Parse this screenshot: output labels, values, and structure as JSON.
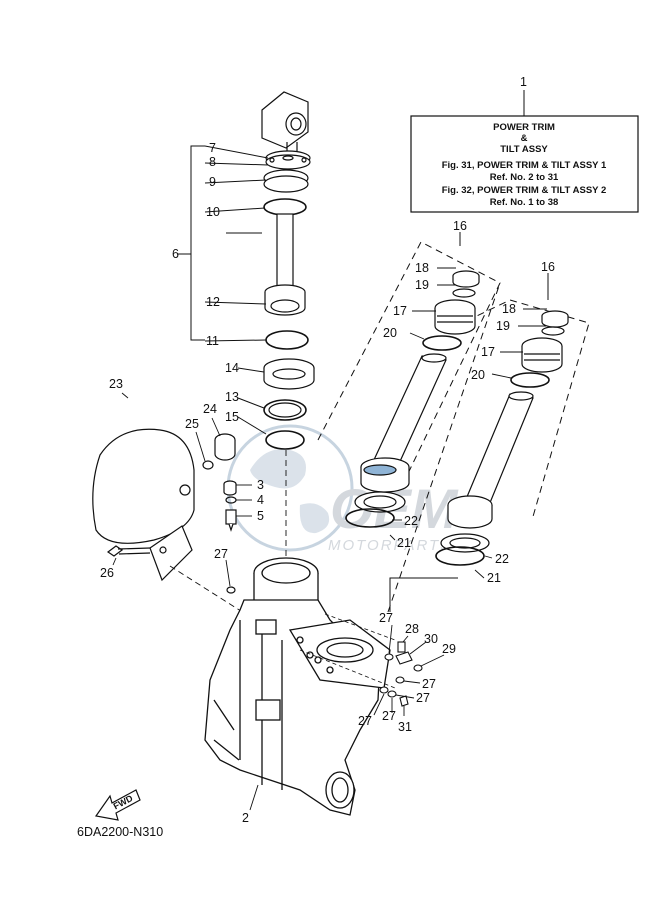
{
  "info_box": {
    "title_line1": "POWER TRIM",
    "title_line2": "&",
    "title_line3": "TILT ASSY",
    "ref_line1": "Fig. 31, POWER TRIM & TILT ASSY 1",
    "ref_line2": "Ref. No. 2 to 31",
    "ref_line3": "Fig. 32, POWER TRIM & TILT ASSY 2",
    "ref_line4": "Ref. No. 1 to 38"
  },
  "callouts": {
    "c1": "1",
    "c2": "2",
    "c3": "3",
    "c4": "4",
    "c5": "5",
    "c6": "6",
    "c7": "7",
    "c8": "8",
    "c9": "9",
    "c10": "10",
    "c11": "11",
    "c12": "12",
    "c13": "13",
    "c14": "14",
    "c15": "15",
    "c16a": "16",
    "c16b": "16",
    "c17a": "17",
    "c17b": "17",
    "c18a": "18",
    "c18b": "18",
    "c19a": "19",
    "c19b": "19",
    "c20a": "20",
    "c20b": "20",
    "c21a": "21",
    "c21b": "21",
    "c22a": "22",
    "c22b": "22",
    "c23": "23",
    "c24": "24",
    "c25": "25",
    "c26": "26",
    "c27a": "27",
    "c27b": "27",
    "c27c": "27",
    "c27d": "27",
    "c27e": "27",
    "c27f": "27",
    "c28": "28",
    "c29": "29",
    "c30": "30",
    "c31": "31"
  },
  "diagram_code": "6DA2200-N310",
  "fwd_label": "FWD",
  "watermark": {
    "brand": "OEM",
    "sub": "MOTORPARTS"
  },
  "colors": {
    "line": "#111111",
    "watermark": "#c6ccd2",
    "highlight": "#8fb4d6"
  }
}
